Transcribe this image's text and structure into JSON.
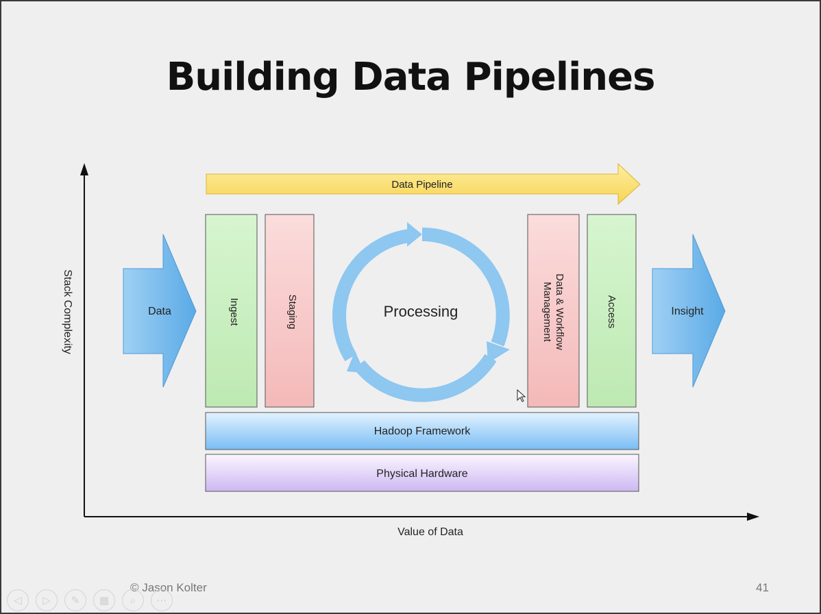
{
  "slide": {
    "title": "Building Data Pipelines",
    "copyright": "© Jason Kolter",
    "page_number": "41"
  },
  "diagram": {
    "y_axis_label": "Stack Complexity",
    "x_axis_label": "Value of Data",
    "pipeline_arrow": "Data Pipeline",
    "input_arrow": "Data",
    "output_arrow": "Insight",
    "ingest": "Ingest",
    "staging": "Staging",
    "processing": "Processing",
    "management_line1": "Data & Workflow",
    "management_line2": "Management",
    "access": "Access",
    "framework": "Hadoop Framework",
    "hardware": "Physical Hardware"
  },
  "controls": [
    {
      "name": "previous-slide-icon",
      "glyph": "◁"
    },
    {
      "name": "next-slide-icon",
      "glyph": "▷"
    },
    {
      "name": "pen-icon",
      "glyph": "✎"
    },
    {
      "name": "slides-grid-icon",
      "glyph": "▦"
    },
    {
      "name": "zoom-icon",
      "glyph": "⌕"
    },
    {
      "name": "more-options-icon",
      "glyph": "⋯"
    }
  ],
  "colors": {
    "pipeline_yellow": "#fbe27a",
    "arrow_blue": "#6ab4e8",
    "green_box": "#ccf0c4",
    "pink_box": "#f8cccc",
    "framework_blue": "#9fd0f8",
    "hardware_purple": "#dccdf6"
  }
}
